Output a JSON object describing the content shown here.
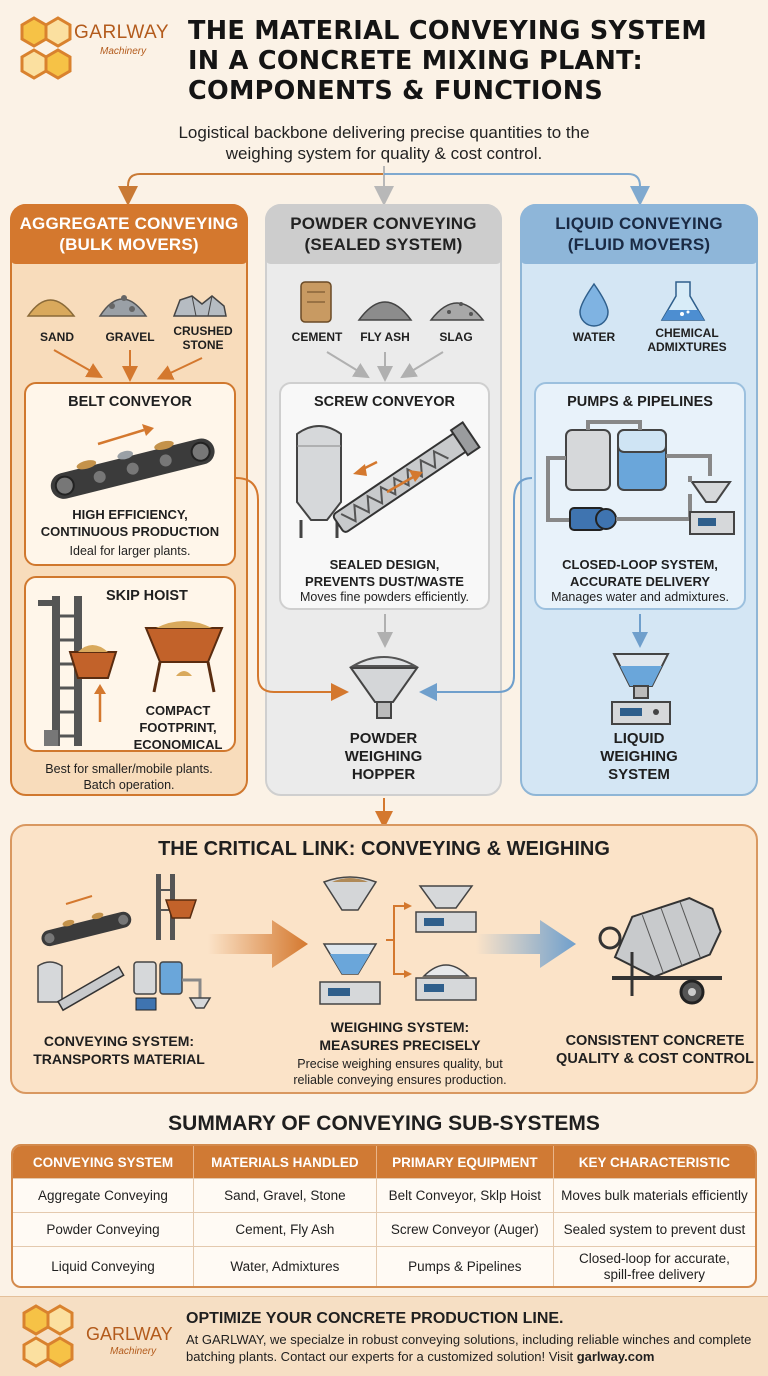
{
  "header": {
    "logo_name": "GARLWAY",
    "logo_sub": "Machinery",
    "title_line1": "The Material Conveying System",
    "title_line2": "in a Concrete Mixing Plant:",
    "title_line3": "Components & Functions",
    "subtitle": "Logistical backbone delivering precise quantities to the weighing system for quality & cost control."
  },
  "aggregate": {
    "head1": "Aggregate Conveying",
    "head2": "(Bulk Movers)",
    "materials": [
      "Sand",
      "Gravel",
      "Crushed",
      "Stone"
    ],
    "belt": {
      "title": "Belt Conveyor",
      "bold1": "High Efficiency,",
      "bold2": "Continuous Production",
      "note": "Ideal for larger plants."
    },
    "skip": {
      "title": "Skip Hoist",
      "bold1": "Compact",
      "bold2": "Footprint,",
      "bold3": "Economical"
    },
    "note1": "Best for smaller/mobile plants.",
    "note2": "Batch operation."
  },
  "powder": {
    "head1": "Powder Conveying",
    "head2": "(Sealed System)",
    "materials": [
      "Cement",
      "Fly Ash",
      "Slag"
    ],
    "screw": {
      "title": "Screw Conveyor",
      "bold1": "Sealed Design,",
      "bold2": "Prevents Dust/Waste",
      "note": "Moves fine powders efficiently."
    },
    "hopper1": "Powder",
    "hopper2": "Weighing",
    "hopper3": "Hopper"
  },
  "liquid": {
    "head1": "Liquid Conveying",
    "head2": "(Fluid Movers)",
    "materials": [
      "Water",
      "Chemical",
      "Admixtures"
    ],
    "pumps": {
      "title": "Pumps & Pipelines",
      "bold1": "Closed-Loop System,",
      "bold2": "Accurate Delivery",
      "note": "Manages water and admixtures."
    },
    "system1": "Liquid",
    "system2": "Weighing",
    "system3": "System"
  },
  "link": {
    "title": "The Critical Link: Conveying & Weighing",
    "conv1": "Conveying System:",
    "conv2": "Transports Material",
    "weigh1": "Weighing System:",
    "weigh2": "Measures Precisely",
    "note1": "Precise weighing ensures quality, but",
    "note2": "reliable conveying ensures production.",
    "result1": "Consistent Concrete",
    "result2": "Quality & Cost Control"
  },
  "summary": {
    "title": "Summary of Conveying Sub-Systems",
    "headers": [
      "Conveying System",
      "Materials Handled",
      "Primary Equipment",
      "Key Characteristic"
    ],
    "rows": [
      [
        "Aggregate Conveying",
        "Sand, Gravel, Stone",
        "Belt Conveyor, Sklp Hoist",
        "Moves bulk materials efficiently"
      ],
      [
        "Powder Conveying",
        "Cement, Fly Ash",
        "Screw Conveyor (Auger)",
        "Sealed system to prevent dust"
      ],
      [
        "Liquid Conveying",
        "Water, Admixtures",
        "Pumps & Pipelines",
        "Closed-loop for accurate,",
        "spill-free delivery"
      ]
    ]
  },
  "footer": {
    "heading": "Optimize Your Concrete Production Line.",
    "body": "At GARLWAY, we specialze in robust conveying solutions, including reliable winches and complete batching plants. Contact our experts for a customized solution! Visit",
    "link": "garlway.com"
  },
  "colors": {
    "aggregate": "#d4782e",
    "powder": "#cdcdcd",
    "liquid": "#8eb6d9",
    "background": "#fbf2e6"
  }
}
